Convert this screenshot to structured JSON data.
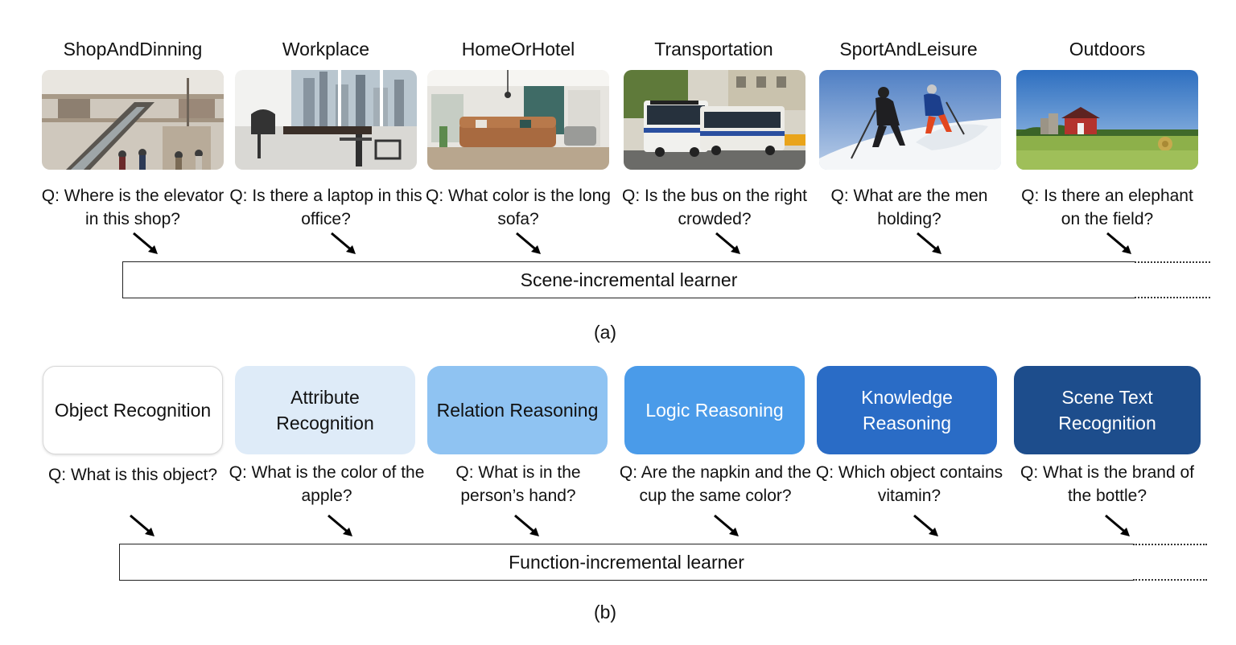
{
  "scenes": [
    {
      "title": "ShopAndDinning",
      "question": "Q: Where is the elevator in this shop?",
      "image": "mall-escalator-photo"
    },
    {
      "title": "Workplace",
      "question": "Q: Is there a laptop in this office?",
      "image": "office-desk-photo"
    },
    {
      "title": "HomeOrHotel",
      "question": "Q: What color is the long sofa?",
      "image": "living-room-sofa-photo"
    },
    {
      "title": "Transportation",
      "question": "Q: Is the bus on the right crowded?",
      "image": "city-buses-photo"
    },
    {
      "title": "SportAndLeisure",
      "question": "Q: What are the men holding?",
      "image": "skiers-photo"
    },
    {
      "title": "Outdoors",
      "question": "Q: Is there an elephant on the field?",
      "image": "farm-field-photo"
    }
  ],
  "scene_learner": "Scene-incremental learner",
  "caption_a": "(a)",
  "functions": [
    {
      "label": "Object Recognition",
      "question": "Q: What is this object?",
      "fill": "#ffffff",
      "text_color": "#111111"
    },
    {
      "label": "Attribute Recognition",
      "question": "Q: What is the color of the apple?",
      "fill": "#deebf8",
      "text_color": "#111111"
    },
    {
      "label": "Relation Reasoning",
      "question": "Q: What is in the person’s hand?",
      "fill": "#8fc3f2",
      "text_color": "#111111"
    },
    {
      "label": "Logic Reasoning",
      "question": "Q: Are the napkin and the cup the same color?",
      "fill": "#4a9be9",
      "text_color": "#ffffff"
    },
    {
      "label": "Knowledge Reasoning",
      "question": "Q: Which object contains vitamin?",
      "fill": "#2a6cc6",
      "text_color": "#ffffff"
    },
    {
      "label": "Scene Text Recognition",
      "question": "Q: What is the brand of the bottle?",
      "fill": "#1d4d8c",
      "text_color": "#ffffff"
    }
  ],
  "function_learner": "Function-incremental learner",
  "caption_b": "(b)"
}
